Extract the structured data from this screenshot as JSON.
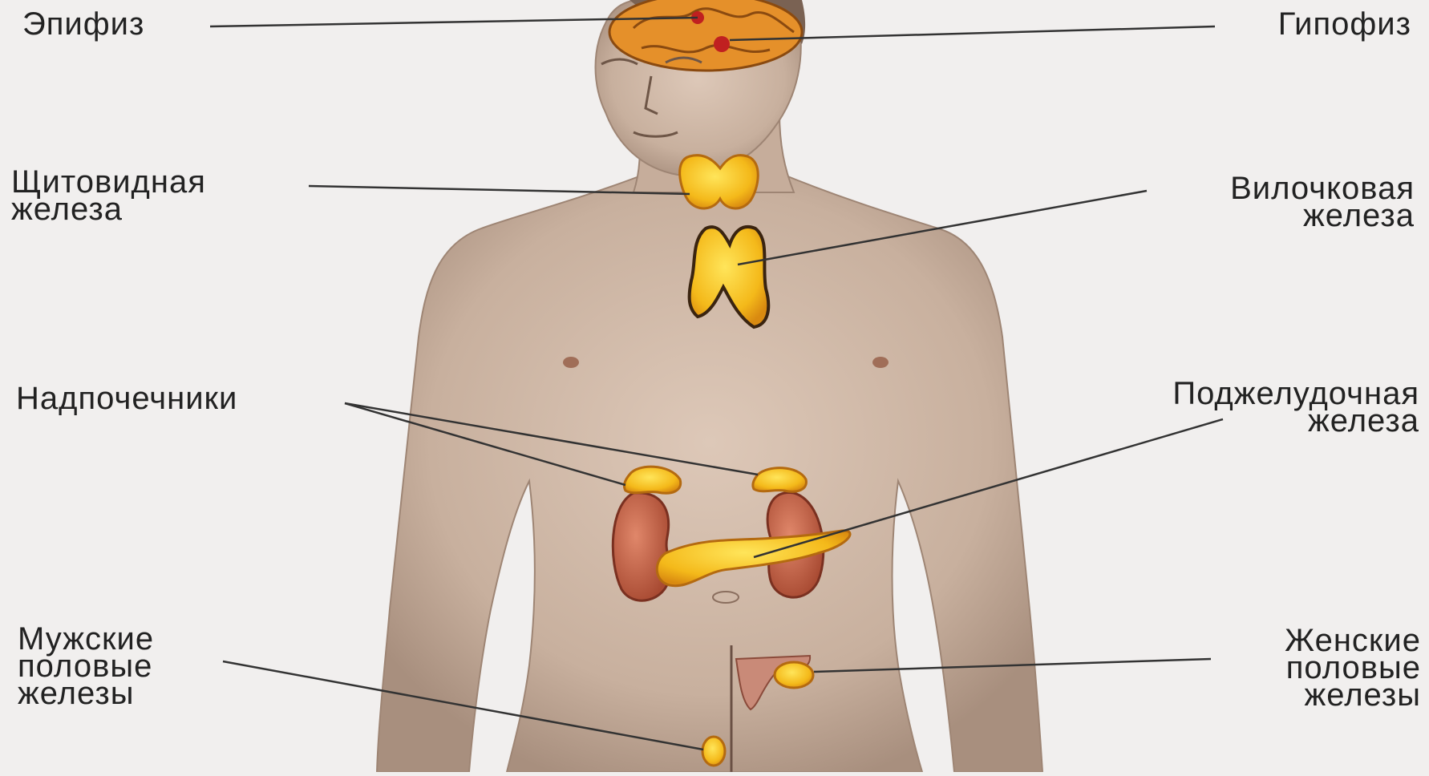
{
  "labels": {
    "epiphysis": "Эпифиз",
    "pituitary": "Гипофиз",
    "thyroid": [
      "Щитовидная",
      "железа"
    ],
    "thymus": [
      "Вилочковая",
      "железа"
    ],
    "adrenals": "Надпочечники",
    "pancreas": [
      "Поджелудочная",
      "железа"
    ],
    "male_gonads": [
      "Мужские",
      "половые",
      "железы"
    ],
    "female_gonads": [
      "Женские",
      "половые",
      "железы"
    ]
  },
  "colors": {
    "background": "#f1efee",
    "skin": "#cdb7a6",
    "skin_shadow": "#a88f7e",
    "gland": "#f4c21a",
    "gland_edge": "#b46a10",
    "kidney": "#c9694a",
    "leader_line": "#333333"
  }
}
